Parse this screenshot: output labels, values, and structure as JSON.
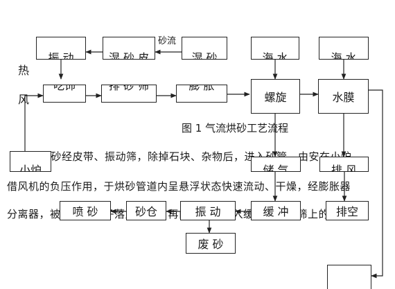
{
  "diagram": {
    "caption": "图 1 气流烘砂工艺流程",
    "side_labels": {
      "hot": "热",
      "wind": "风"
    },
    "boxes": {
      "vibrate_top": "振 动",
      "wet_belt": "湿 砂 皮",
      "wet_sand": "湿 砂",
      "top_fragment": "砂流",
      "water_1": "海 水",
      "water_2": "海 水",
      "drying_screen": "吃饰",
      "sand_screen": "排 砂 筛",
      "expand": "膨 胀",
      "spiral": "螺旋",
      "film": "水膜",
      "left_small": "小炉",
      "mid_a": "储 气",
      "mid_b": "排 风",
      "bottom_a": "喷 砂",
      "bottom_b": "砂仓",
      "bottom_c": "振 动",
      "bottom_d": "缓 冲",
      "bottom_e": "排空",
      "bottom_result": "废 砂"
    },
    "paragraph": [
      "湿砂经皮带、振动筛，除掉石块、杂物后，进入砂管，由安在小炉",
      "借风机的负压作用，于烘砂管道内呈悬浮状态快速流动、干燥，经膨胀器",
      "分离器，被排出的砂子落入砂仓，再由振动筛进入缓冲漏斗，筛上的"
    ]
  }
}
